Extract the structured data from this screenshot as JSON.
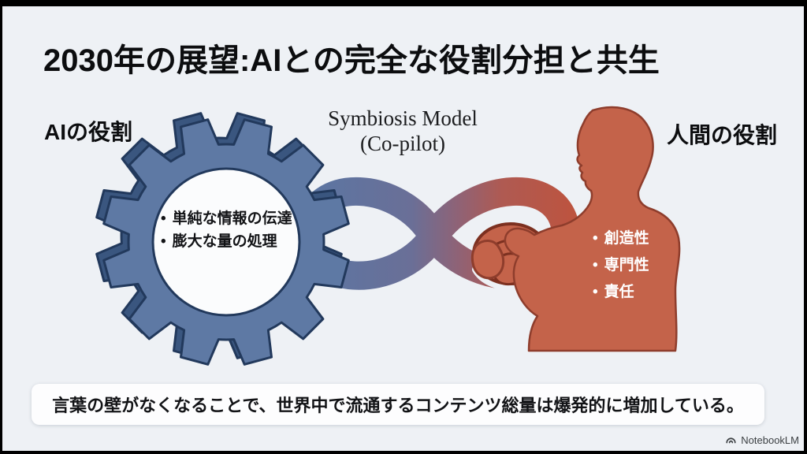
{
  "slide": {
    "title": "2030年の展望:AIとの完全な役割分担と共生",
    "center_label": {
      "line1": "Symbiosis Model",
      "line2": "(Co-pilot)"
    },
    "ai": {
      "label": "AIの役割",
      "bullets": [
        "単純な情報の伝達",
        "膨大な量の処理"
      ],
      "bullet_glyph": "•"
    },
    "human": {
      "label": "人間の役割",
      "bullets": [
        "創造性",
        "専門性",
        "責任"
      ],
      "bullet_glyph": "•"
    },
    "footer_note": "言葉の壁がなくなることで、世界中で流通するコンテンツ総量は爆発的に増加している。",
    "branding": "NotebookLM",
    "icons": {
      "gear": "gear-icon",
      "infinity": "infinity-ribbon",
      "person": "person-silhouette",
      "wheel": "steering-wheel-icon",
      "logo": "notebooklm-logo-icon"
    },
    "colors": {
      "background": "#eef1f5",
      "frame": "#000000",
      "gear_front": "#5e79a4",
      "gear_back": "#3a567f",
      "gear_outline": "#22395c",
      "ribbon_blue": "#5b76a3",
      "ribbon_red": "#bc5440",
      "person_fill": "#c4634a",
      "person_outline": "#8e3d2c",
      "wheel_outline": "#7c3020",
      "text_dark": "#0c0d0f",
      "text_white": "#ffffff"
    }
  }
}
